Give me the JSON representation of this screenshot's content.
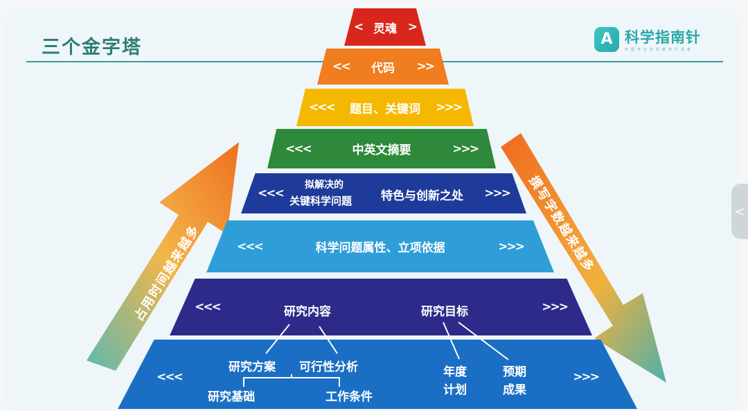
{
  "slide": {
    "title": "三个金字塔"
  },
  "logo": {
    "name": "科学指南针",
    "tagline": "中国专业科研服务引领者"
  },
  "pyramid": [
    {
      "label": "灵魂",
      "color": "#d9261c"
    },
    {
      "label": "代码",
      "color": "#f07d1e"
    },
    {
      "label": "题目、关键词",
      "color": "#f5b800"
    },
    {
      "label": "中英文摘要",
      "color": "#2e8a3a"
    },
    {
      "label_a": "拟解决的",
      "label_b": "关键科学问题",
      "label_c": "特色与创新之处",
      "color": "#1e3a9a"
    },
    {
      "label": "科学问题属性、立项依据",
      "color": "#2f9ed8"
    },
    {
      "label_a": "研究内容",
      "label_b": "研究目标",
      "color": "#2e2a8a"
    },
    {
      "items": [
        "研究方案",
        "可行性分析",
        "研究基础",
        "工作条件",
        "年度",
        "计划",
        "预期",
        "成果"
      ],
      "color": "#1a6fc4"
    }
  ],
  "arrows": {
    "left": "占用时间越来越多",
    "right": "撰写字数越来越多"
  },
  "chevrons": {
    "left": "<<<",
    "right": ">>>",
    "left1": "<",
    "right1": ">",
    "left2": "<<",
    "right2": ">>"
  },
  "side_tab": {
    "icon": "<"
  }
}
